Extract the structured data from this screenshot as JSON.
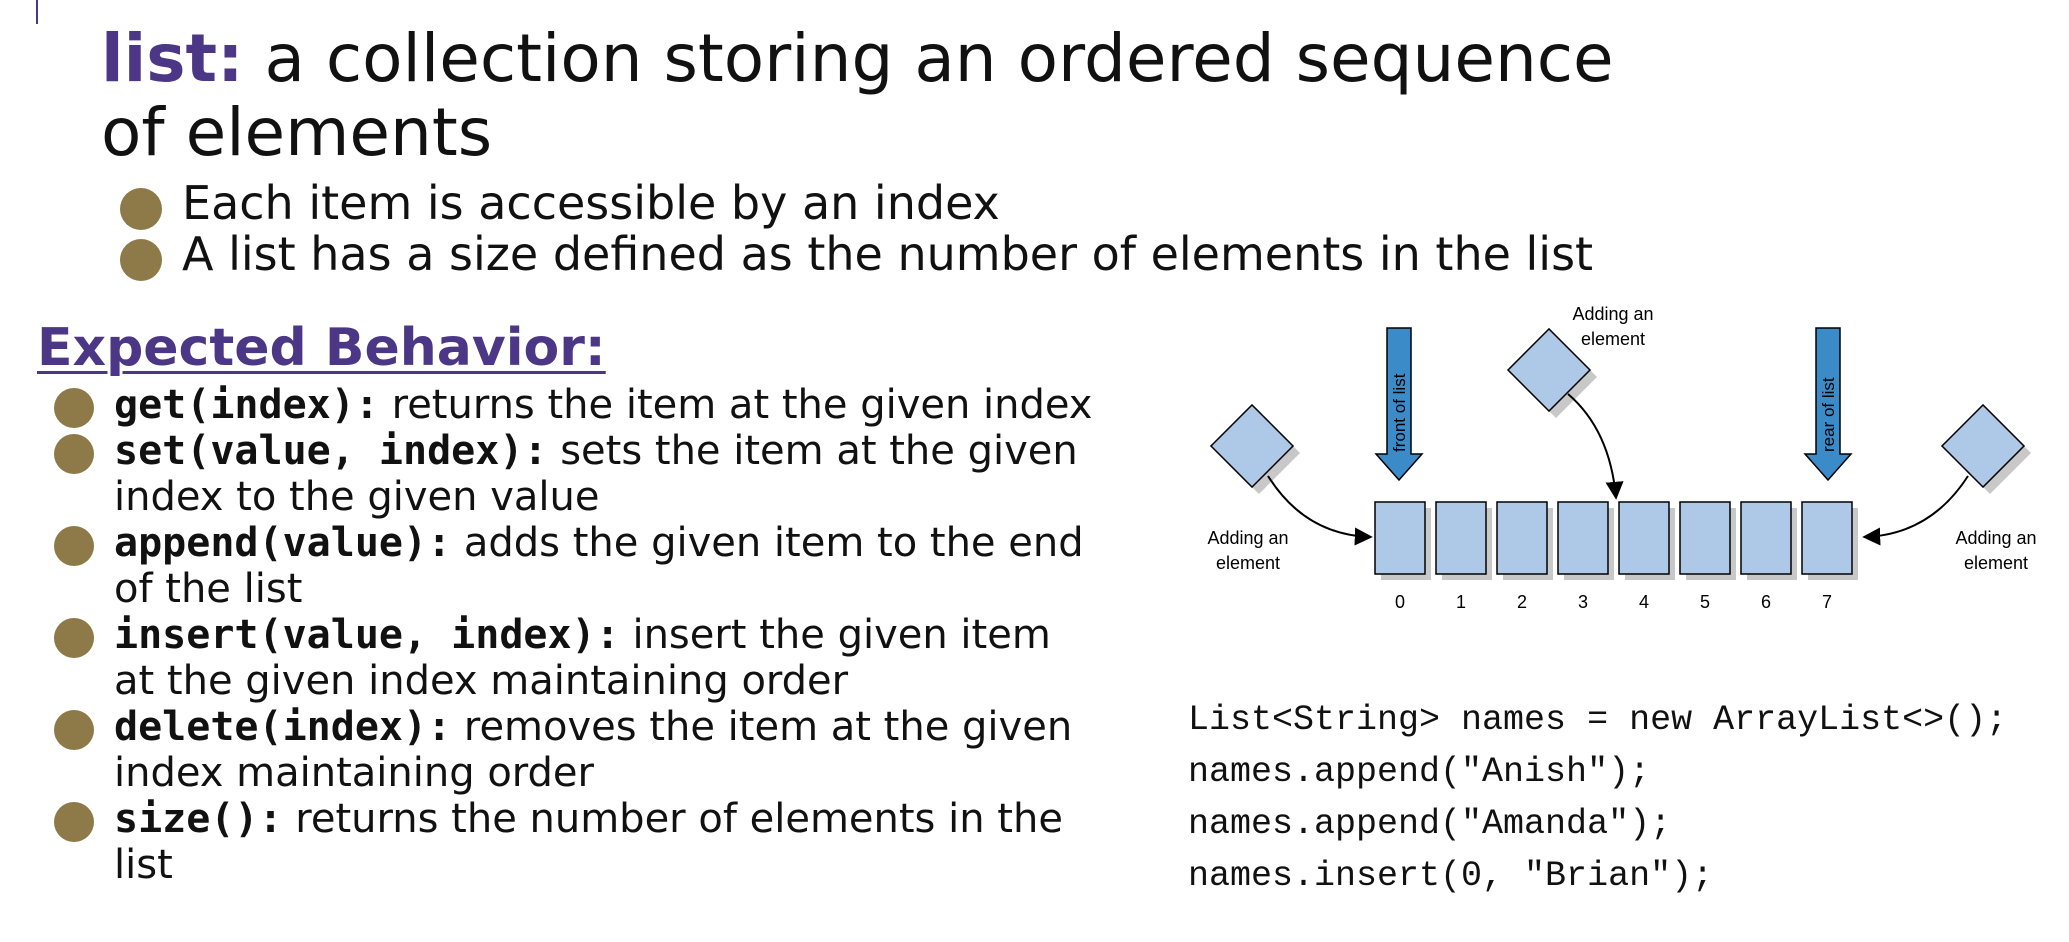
{
  "slide": {
    "title_keyword": "list:",
    "title_rest": " a collection storing an ordered sequence of elements",
    "bullets": [
      "Each item is accessible by an index",
      "A list has a size defined as the number of elements in the list"
    ],
    "section_heading": "Expected Behavior:",
    "behaviors": [
      {
        "signature": "get(index):",
        "description": " returns the item at the given index"
      },
      {
        "signature": "set(value, index):",
        "description": " sets the item at the given index to the given value"
      },
      {
        "signature": "append(value):",
        "description": " adds the given item to the end of the list"
      },
      {
        "signature": "insert(value, index):",
        "description": " insert the given item at the given index maintaining order"
      },
      {
        "signature": "delete(index):",
        "description": " removes the item at the given index maintaining order"
      },
      {
        "signature": "size():",
        "description": " returns the number of elements in the list"
      }
    ],
    "code_lines": [
      "List<String> names = new ArrayList<>();",
      "names.append(\"Anish\");",
      "names.append(\"Amanda\");",
      "names.insert(0, \"Brian\");"
    ]
  },
  "diagram": {
    "front_label": "front of list",
    "rear_label": "rear of list",
    "add_left_line1": "Adding an",
    "add_left_line2": "element",
    "add_middle_line1": "Adding an",
    "add_middle_line2": "element",
    "add_right_line1": "Adding an",
    "add_right_line2": "element",
    "indices": [
      "0",
      "1",
      "2",
      "3",
      "4",
      "5",
      "6",
      "7"
    ],
    "colors": {
      "cell_fill": "#aec8e8",
      "arrow_fill": "#3b8bc9",
      "shadow": "#c8c8c8"
    }
  },
  "theme": {
    "accent": "#4b3785",
    "bullet": "#8e7a48"
  }
}
